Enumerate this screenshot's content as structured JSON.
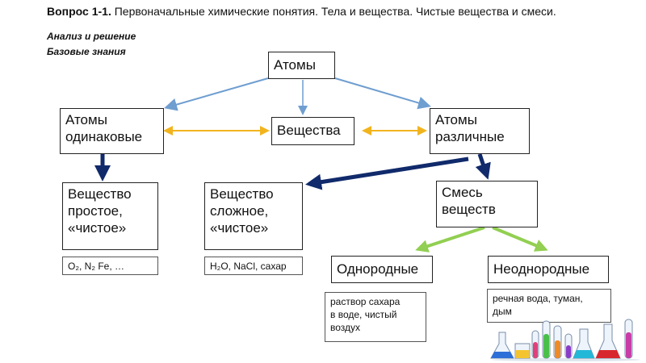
{
  "header": {
    "question_label": "Вопрос 1-1.",
    "title": "Первоначальные химические понятия. Тела и вещества. Чистые вещества и смеси."
  },
  "section1": "Анализ и решение",
  "section2": "Базовые знания",
  "nodes": {
    "atoms": "Атомы",
    "same_atoms": [
      "Атомы",
      "одинаковые"
    ],
    "substances": "Вещества",
    "diff_atoms": [
      "Атомы",
      "различные"
    ],
    "simple": [
      "Вещество",
      "простое,",
      "«чистое»"
    ],
    "complex": [
      "Вещество",
      "сложное,",
      "«чистое»"
    ],
    "mixture": [
      "Смесь",
      "веществ"
    ],
    "homog": "Однородные",
    "heterog": "Неоднородные"
  },
  "examples": {
    "simple": "O₂, N₂ Fe, …",
    "complex": "H₂O, NaCl, сахар",
    "homog": [
      "раствор сахара",
      "в воде, чистый",
      "воздух"
    ],
    "heterog": [
      "речная вода, туман,",
      "дым"
    ]
  },
  "colors": {
    "thin_arrow": "#6f9ed0",
    "double_arrow": "#f2b41e",
    "bold_arrow": "#102a6b",
    "green_arrow": "#92cf52"
  }
}
